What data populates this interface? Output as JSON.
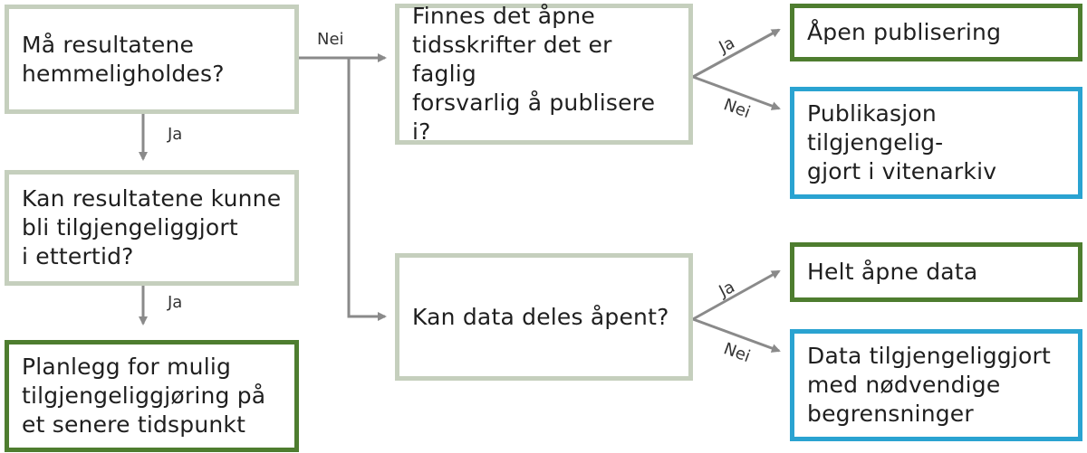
{
  "boxes": {
    "q_secret": "Må resultatene\nhemmeligholdes?",
    "q_later": "Kan resultatene kunne\nbli tilgjengeliggjort\ni ettertid?",
    "plan": "Planlegg for mulig\ntilgjengeliggjøring på\net senere tidspunkt",
    "q_journals": "Finnes det åpne\ntidsskrifter det er faglig\nforsvarlig å publisere i?",
    "q_data": "Kan data deles åpent?",
    "open_pub": "Åpen publisering",
    "archive": "Publikasjon tilgjengelig-\ngjort i vitenarkiv",
    "open_data": "Helt åpne data",
    "restricted": "Data tilgjengeliggjort\nmed nødvendige\nbegrensninger"
  },
  "labels": {
    "ja": "Ja",
    "nei": "Nei"
  },
  "colors": {
    "question_border": "#c5cfbd",
    "outcome_green": "#4e7d2f",
    "outcome_blue": "#2aa3d1",
    "arrow": "#8a8a8a"
  }
}
